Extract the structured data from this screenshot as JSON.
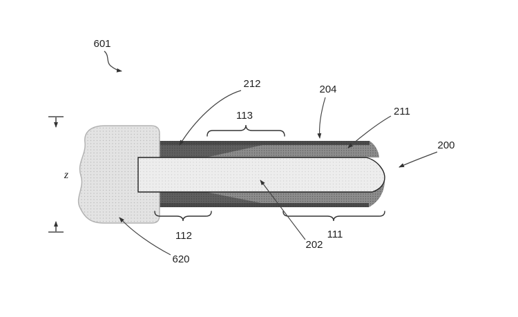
{
  "figure": {
    "labels": {
      "l601": "601",
      "l212": "212",
      "l204": "204",
      "l113": "113",
      "l211": "211",
      "l200": "200",
      "l112": "112",
      "l111": "111",
      "l202": "202",
      "l620": "620",
      "z": "z"
    },
    "colors": {
      "band_mid": "#8d8d8d",
      "band_dark": "#5f5f5f",
      "band_edge": "#4a4a4a",
      "layer_light": "#ededed",
      "blob": "#e3e3e3",
      "line": "#2a2a2a"
    }
  }
}
